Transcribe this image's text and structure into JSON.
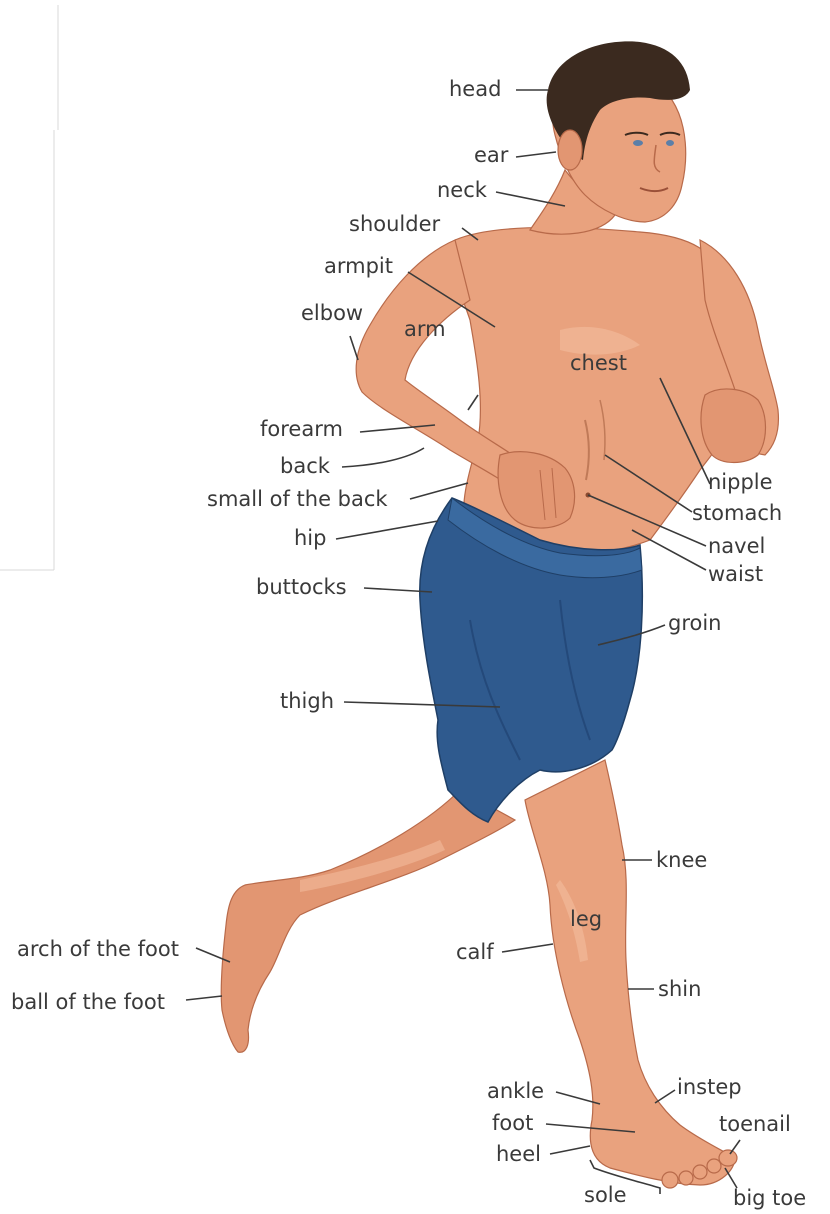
{
  "labels": {
    "head": "head",
    "ear": "ear",
    "neck": "neck",
    "shoulder": "shoulder",
    "armpit": "armpit",
    "elbow": "elbow",
    "arm": "arm",
    "chest": "chest",
    "forearm": "forearm",
    "back": "back",
    "small_of_the_back": "small of the back",
    "hip": "hip",
    "buttocks": "buttocks",
    "thigh": "thigh",
    "nipple": "nipple",
    "stomach": "stomach",
    "navel": "navel",
    "waist": "waist",
    "groin": "groin",
    "knee": "knee",
    "leg": "leg",
    "calf": "calf",
    "shin": "shin",
    "arch_of_the_foot": "arch of the foot",
    "ball_of_the_foot": "ball of the foot",
    "ankle": "ankle",
    "instep": "instep",
    "foot": "foot",
    "toenail": "toenail",
    "heel": "heel",
    "sole": "sole",
    "big_toe": "big toe"
  },
  "colors": {
    "skin": "#e9a27e",
    "shorts": "#2f5a8e",
    "hair": "#3b2a1f",
    "label_text": "#3a3a3a"
  }
}
